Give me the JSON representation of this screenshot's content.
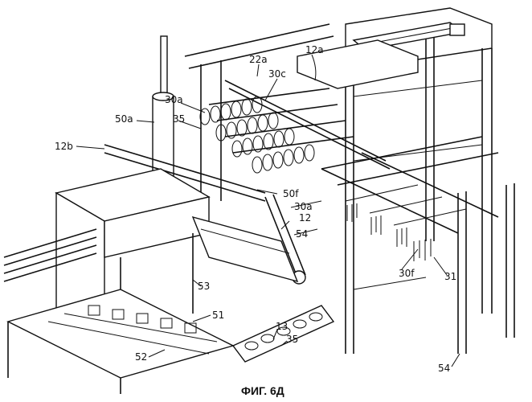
{
  "figure": {
    "caption": "ФИГ. 6Д",
    "labels": {
      "l12a": "12a",
      "l22a": "22a",
      "l30c": "30c",
      "l30a_top": "30a",
      "l50a": "50a",
      "l35_top": "35",
      "l12b": "12b",
      "l50f": "50f",
      "l30a_mid": "30a",
      "l12": "12",
      "l54_mid": "54",
      "l53": "53",
      "l51": "51",
      "l13": "13",
      "l35_bottom": "35",
      "l52": "52",
      "l30f": "30f",
      "l31": "31",
      "l54_bottom": "54"
    }
  }
}
